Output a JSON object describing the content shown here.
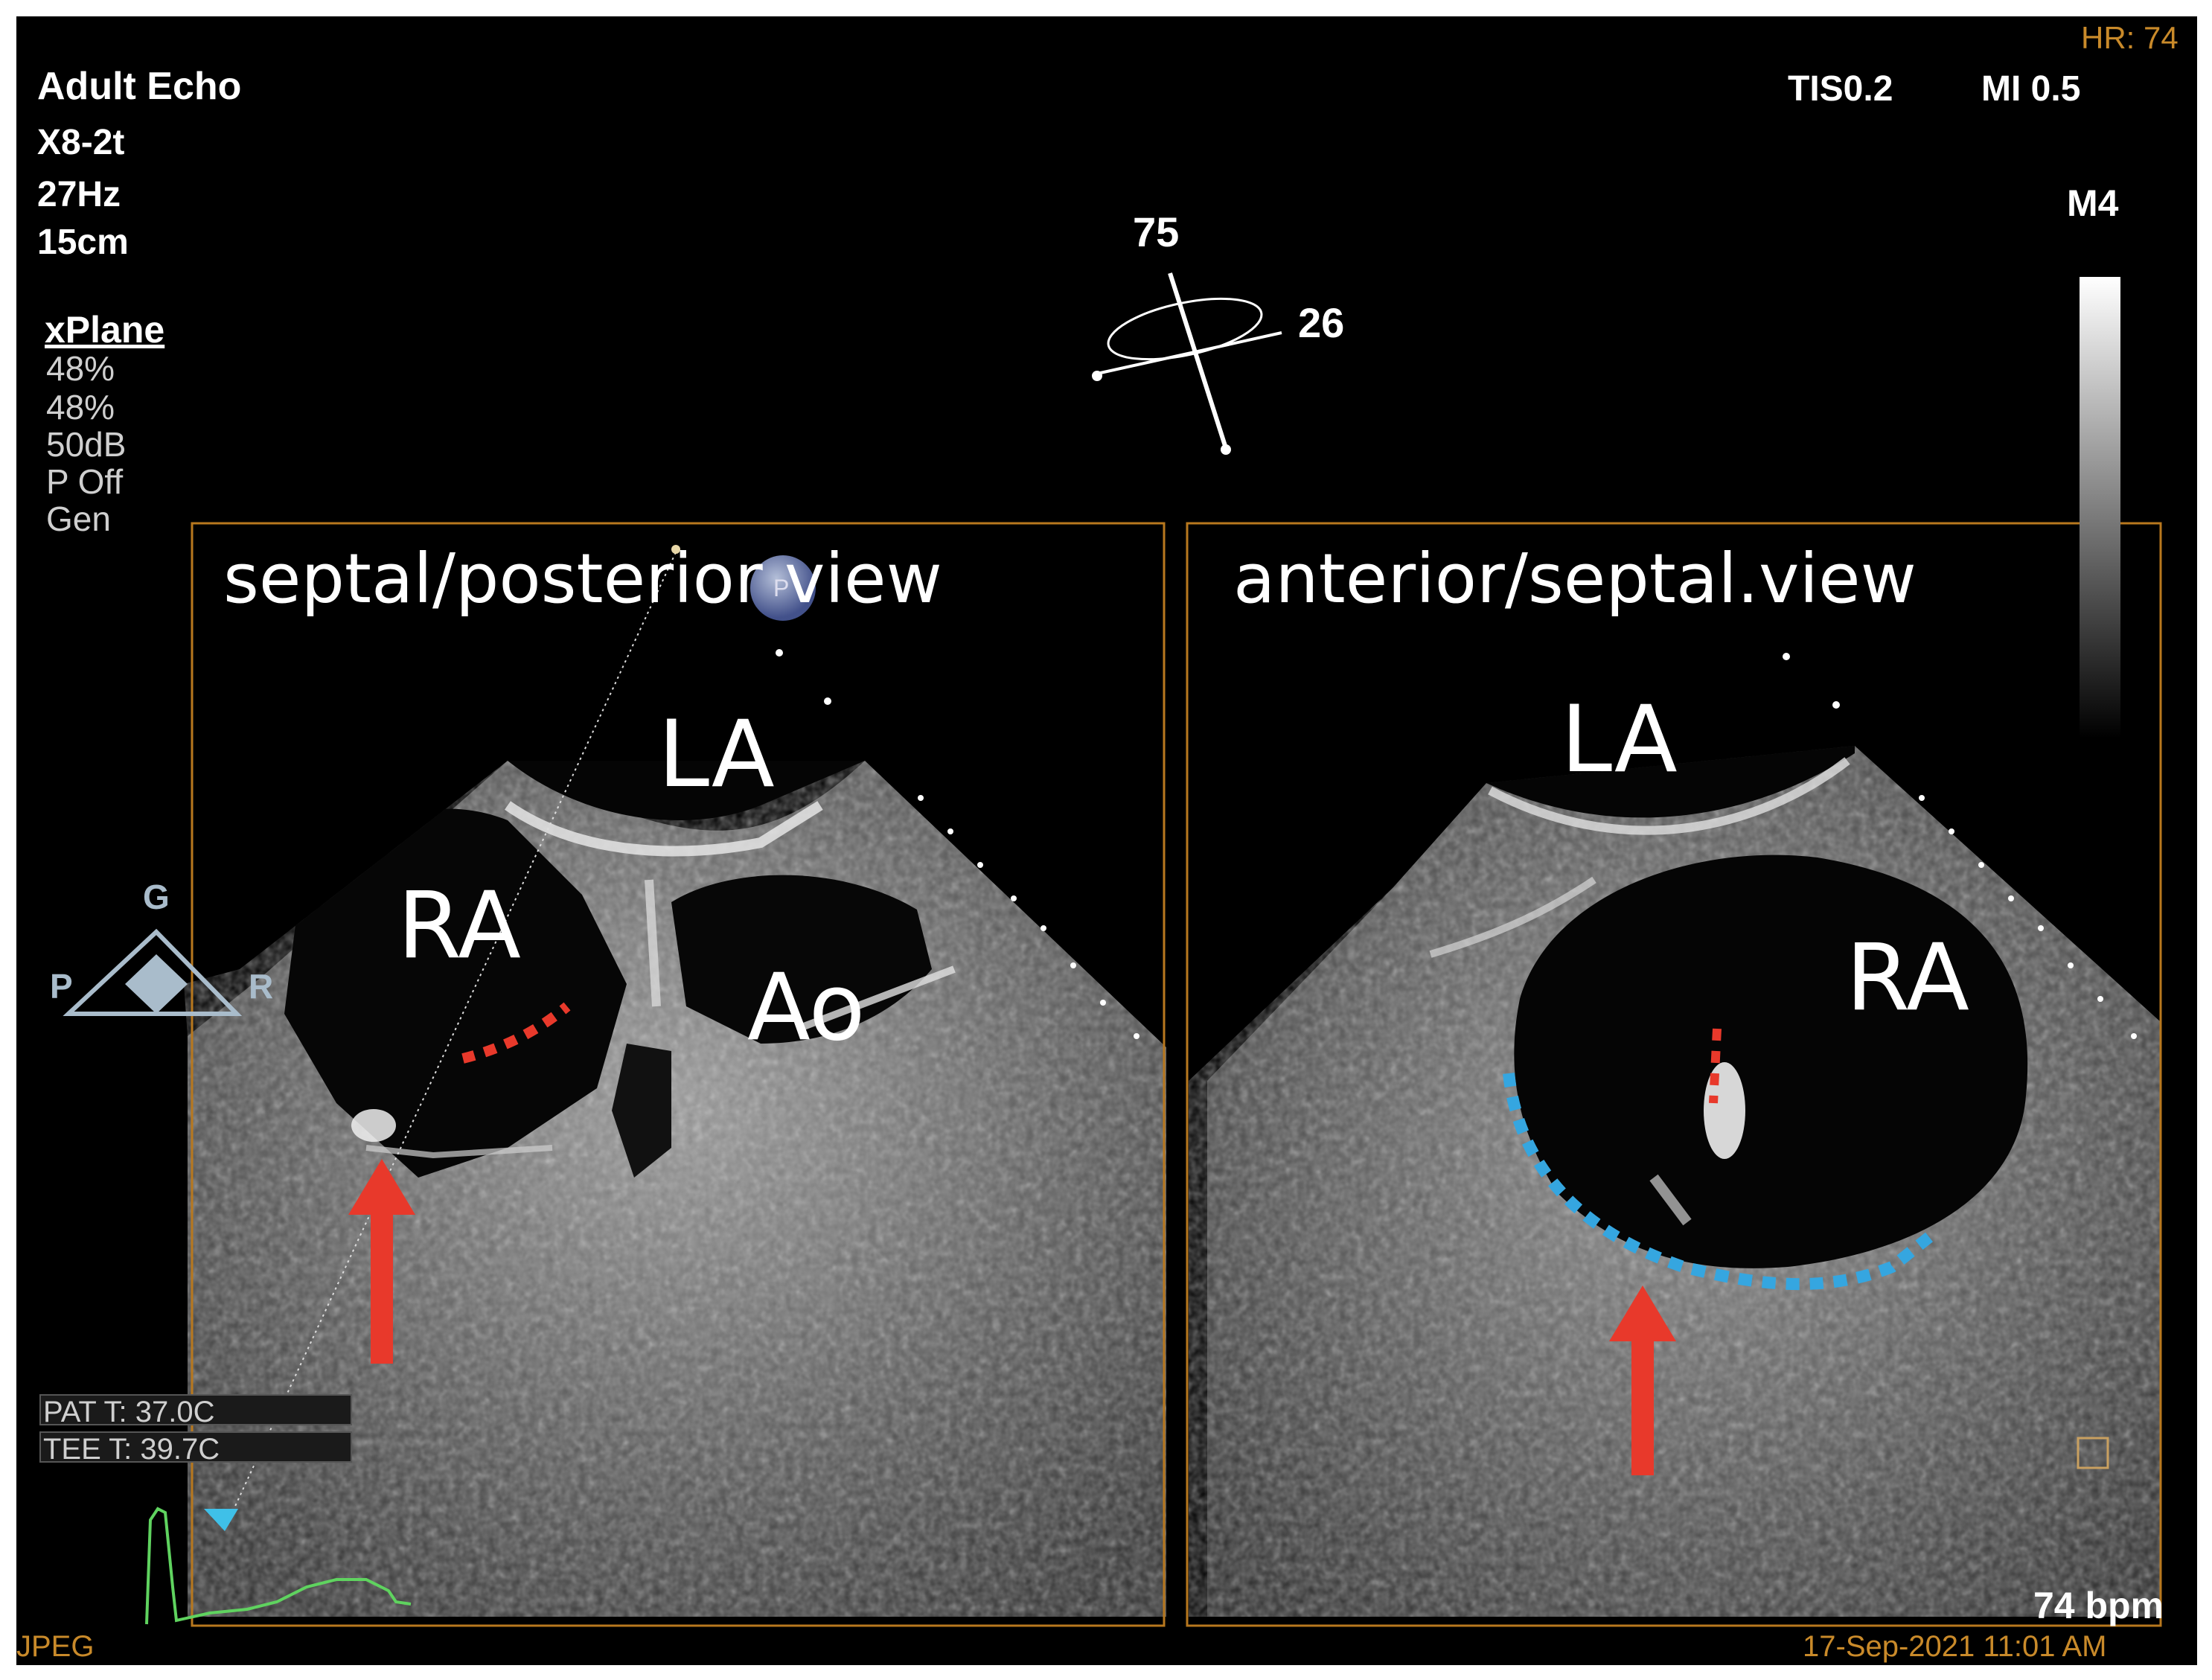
{
  "header_left": {
    "mode": "Adult Echo",
    "probe": "X8-2t",
    "frame_rate": "27Hz",
    "depth": "15cm",
    "xplane_title": "xPlane",
    "settings": [
      "48%",
      "48%",
      "50dB",
      "P Off",
      "Gen"
    ]
  },
  "header_right": {
    "hr": "HR: 74",
    "tis": "TIS0.2",
    "mi": "MI 0.5",
    "map": "M4"
  },
  "plane_indicator": {
    "angle_primary": "75",
    "angle_secondary": "26"
  },
  "orientation": {
    "top": "G",
    "left": "P",
    "right": "R"
  },
  "left_view": {
    "title": "septal/posterior view",
    "labels": {
      "la": "LA",
      "ra": "RA",
      "ao": "Ao"
    },
    "marker": "P"
  },
  "right_view": {
    "title": "anterior/septal.view",
    "labels": {
      "la": "LA",
      "ra": "RA"
    }
  },
  "temperatures": {
    "patient": "PAT T: 37.0C",
    "tee": "TEE T: 39.7C"
  },
  "footer": {
    "format": "JPEG",
    "bpm": "74 bpm",
    "timestamp": "17-Sep-2021 11:01 AM"
  },
  "colors": {
    "background": "#000000",
    "box_border": "#b8781e",
    "annotation_arrow": "#e8392b",
    "septum_dots_red": "#e8392b",
    "septum_dots_blue": "#35a6e0",
    "ecg_trace": "#5fd35f",
    "orientation_icon": "#a9bccb"
  }
}
